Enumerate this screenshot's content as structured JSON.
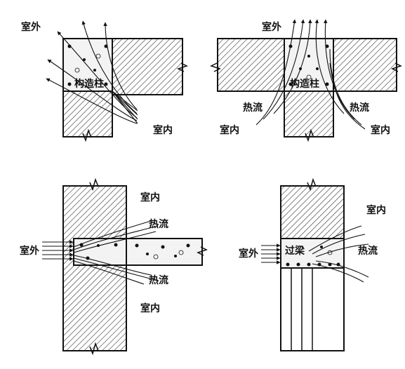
{
  "labels": {
    "outdoor": "室外",
    "indoor": "室内",
    "heat_flow": "热流",
    "structural_column": "构造柱",
    "lintel": "过梁"
  }
}
